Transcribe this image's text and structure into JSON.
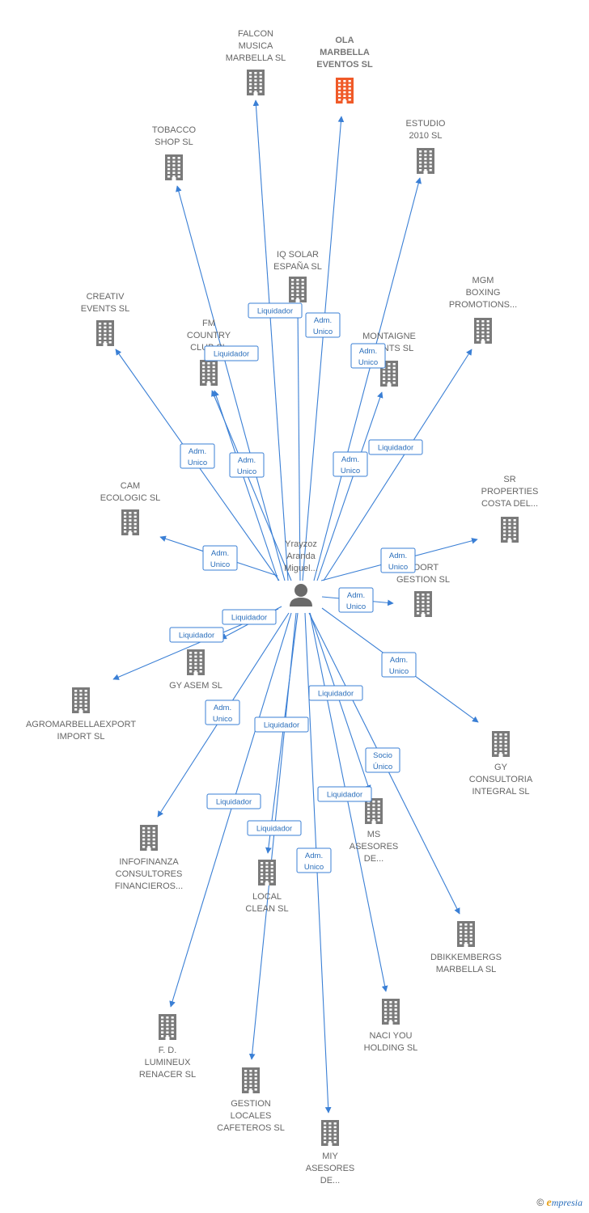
{
  "colors": {
    "edge": "#3a7fd5",
    "node": "#7a7a7a",
    "highlight": "#f05a28",
    "person": "#6a6a6a"
  },
  "center": {
    "lines": [
      "Yrayzoz",
      "Aranda",
      "Miguel..."
    ],
    "icon": "person-icon"
  },
  "nodes": [
    {
      "id": "falcon",
      "lines": [
        "FALCON",
        "MUSICA",
        "MARBELLA SL"
      ]
    },
    {
      "id": "ola",
      "lines": [
        "OLA",
        "MARBELLA",
        "EVENTOS  SL"
      ],
      "highlight": true
    },
    {
      "id": "tobacco",
      "lines": [
        "TOBACCO",
        "SHOP SL"
      ]
    },
    {
      "id": "estudio",
      "lines": [
        "ESTUDIO",
        "2010 SL"
      ]
    },
    {
      "id": "iqsolar",
      "lines": [
        "IQ SOLAR",
        "ESPAÑA  SL"
      ]
    },
    {
      "id": "mgm",
      "lines": [
        "MGM",
        "BOXING",
        "PROMOTIONS..."
      ]
    },
    {
      "id": "creativ",
      "lines": [
        "CREATIV",
        "EVENTS  SL"
      ]
    },
    {
      "id": "fm",
      "lines": [
        "FM",
        "COUNTRY",
        "CLUB  SL"
      ]
    },
    {
      "id": "montaigne",
      "lines": [
        "MONTAIGNE",
        "EVENTS  SL"
      ]
    },
    {
      "id": "cam",
      "lines": [
        "CAM",
        "ECOLOGIC SL"
      ]
    },
    {
      "id": "sr",
      "lines": [
        "SR",
        "PROPERTIES",
        "COSTA DEL..."
      ]
    },
    {
      "id": "foort",
      "lines": [
        "FOORT",
        "GESTION  SL"
      ]
    },
    {
      "id": "gyasem",
      "lines": [
        "GY ASEM  SL"
      ]
    },
    {
      "id": "agro",
      "lines": [
        "AGROMARBELLAEXPORT",
        "IMPORT SL"
      ]
    },
    {
      "id": "gycons",
      "lines": [
        "GY",
        "CONSULTORIA",
        "INTEGRAL  SL"
      ]
    },
    {
      "id": "ms",
      "lines": [
        "MS",
        "ASESORES",
        "DE..."
      ]
    },
    {
      "id": "info",
      "lines": [
        "INFOFINANZA",
        "CONSULTORES",
        "FINANCIEROS..."
      ]
    },
    {
      "id": "local",
      "lines": [
        "LOCAL",
        "CLEAN  SL"
      ]
    },
    {
      "id": "dbik",
      "lines": [
        "DBIKKEMBERGS",
        "MARBELLA SL"
      ]
    },
    {
      "id": "naci",
      "lines": [
        "NACI YOU",
        "HOLDING SL"
      ]
    },
    {
      "id": "fd",
      "lines": [
        "F.  D.",
        "LUMINEUX",
        "RENACER SL"
      ]
    },
    {
      "id": "gestion",
      "lines": [
        "GESTION",
        "LOCALES",
        "CAFETEROS SL"
      ]
    },
    {
      "id": "miy",
      "lines": [
        "MIY",
        "ASESORES",
        "DE..."
      ]
    }
  ],
  "edges": [
    {
      "to": "falcon",
      "role": [
        "Liquidador"
      ]
    },
    {
      "to": "ola",
      "role": [
        "Adm.",
        "Unico"
      ]
    },
    {
      "to": "tobacco",
      "role": [
        "Adm.",
        "Unico"
      ]
    },
    {
      "to": "estudio",
      "role": [
        "Adm.",
        "Unico"
      ]
    },
    {
      "to": "iqsolar",
      "role": []
    },
    {
      "to": "mgm",
      "role": [
        "Liquidador"
      ]
    },
    {
      "to": "creativ",
      "role": [
        "Adm.",
        "Unico"
      ]
    },
    {
      "to": "fm",
      "role": [
        "Adm.",
        "Unico"
      ]
    },
    {
      "to": "fm",
      "role": [
        "Liquidador"
      ]
    },
    {
      "to": "montaigne",
      "role": [
        "Adm.",
        "Unico"
      ]
    },
    {
      "to": "cam",
      "role": [
        "Adm.",
        "Unico"
      ]
    },
    {
      "to": "sr",
      "role": [
        "Adm.",
        "Unico"
      ]
    },
    {
      "to": "foort",
      "role": [
        "Adm.",
        "Unico"
      ]
    },
    {
      "to": "gyasem",
      "role": [
        "Liquidador"
      ]
    },
    {
      "to": "agro",
      "role": [
        "Liquidador"
      ]
    },
    {
      "to": "gycons",
      "role": [
        "Adm.",
        "Unico"
      ]
    },
    {
      "to": "ms",
      "role": [
        "Socio",
        "Único"
      ]
    },
    {
      "to": "info",
      "role": [
        "Adm.",
        "Unico"
      ]
    },
    {
      "to": "local",
      "role": [
        "Liquidador"
      ]
    },
    {
      "to": "dbik",
      "role": [
        "Liquidador"
      ]
    },
    {
      "to": "naci",
      "role": [
        "Liquidador"
      ]
    },
    {
      "to": "fd",
      "role": [
        "Liquidador"
      ]
    },
    {
      "to": "gestion",
      "role": [
        "Liquidador"
      ]
    },
    {
      "to": "miy",
      "role": [
        "Adm.",
        "Unico"
      ]
    }
  ],
  "copyright": {
    "symbol": "©",
    "brand_initial": "e",
    "brand_rest": "mpresia"
  }
}
